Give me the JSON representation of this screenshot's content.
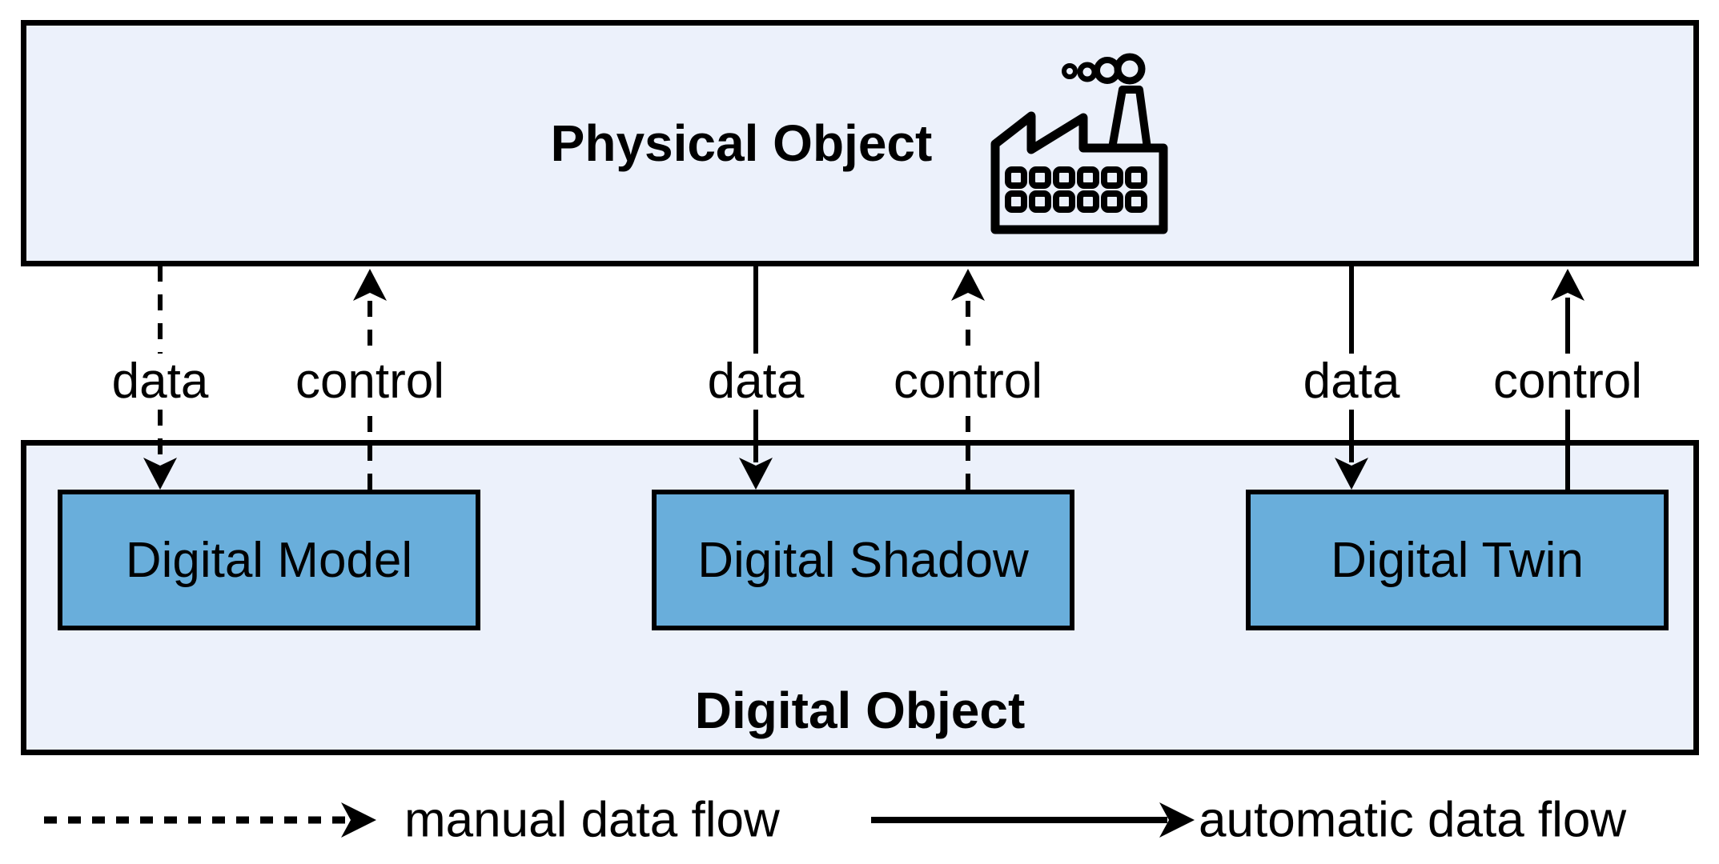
{
  "physical_object": {
    "label": "Physical Object"
  },
  "digital_object": {
    "label": "Digital Object"
  },
  "nodes": [
    {
      "id": "digital-model",
      "label": "Digital Model",
      "data_label": "data",
      "control_label": "control",
      "data_flow": "manual",
      "control_flow": "manual"
    },
    {
      "id": "digital-shadow",
      "label": "Digital Shadow",
      "data_label": "data",
      "control_label": "control",
      "data_flow": "automatic",
      "control_flow": "manual"
    },
    {
      "id": "digital-twin",
      "label": "Digital Twin",
      "data_label": "data",
      "control_label": "control",
      "data_flow": "automatic",
      "control_flow": "automatic"
    }
  ],
  "legend": {
    "manual_label": "manual data flow",
    "automatic_label": "automatic data flow",
    "manual_style": "dashed-arrow",
    "automatic_style": "solid-arrow"
  },
  "icons": {
    "factory": "factory-icon"
  },
  "colors": {
    "background": "#FFFFFF",
    "container_fill": "#ECF1FB",
    "node_fill": "#69AEDB",
    "line": "#000000",
    "text": "#000000"
  }
}
